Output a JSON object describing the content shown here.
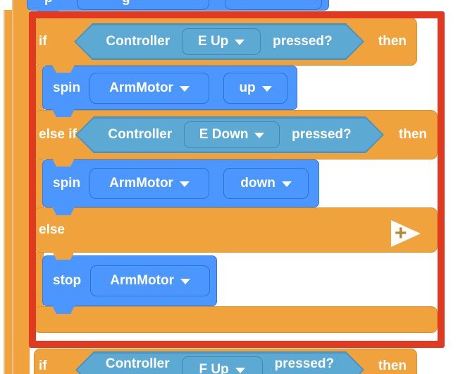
{
  "colors": {
    "orange": "#F0A33C",
    "orange-border": "#DA9226",
    "blue": "#4C97FF",
    "blue-border": "#3877D9",
    "hex-fill": "#5CA9D3",
    "hex-border": "#4B93BE",
    "red": "#E23A20",
    "plus-gold": "#B3872C",
    "tan-line": "#E5C48E"
  },
  "top_partial_block": {
    "fragment_left": "p",
    "fragment_dropdown": "g"
  },
  "if_block": {
    "if_row": {
      "keyword": "if",
      "then_label": "then",
      "condition": {
        "label": "Controller",
        "selected": "E Up",
        "suffix": "pressed?"
      }
    },
    "spin_up_row": {
      "verb": "spin",
      "motor": "ArmMotor",
      "direction": "up"
    },
    "else_if_row": {
      "keyword": "else if",
      "then_label": "then",
      "condition": {
        "label": "Controller",
        "selected": "E Down",
        "suffix": "pressed?"
      }
    },
    "spin_down_row": {
      "verb": "spin",
      "motor": "ArmMotor",
      "direction": "down"
    },
    "else_row": {
      "keyword": "else",
      "expand_plus": "+"
    },
    "stop_row": {
      "verb": "stop",
      "motor": "ArmMotor"
    }
  },
  "next_if_block": {
    "keyword": "if",
    "then_label": "then",
    "condition": {
      "label": "Controller",
      "selected": "F Up",
      "suffix": "pressed?"
    }
  }
}
